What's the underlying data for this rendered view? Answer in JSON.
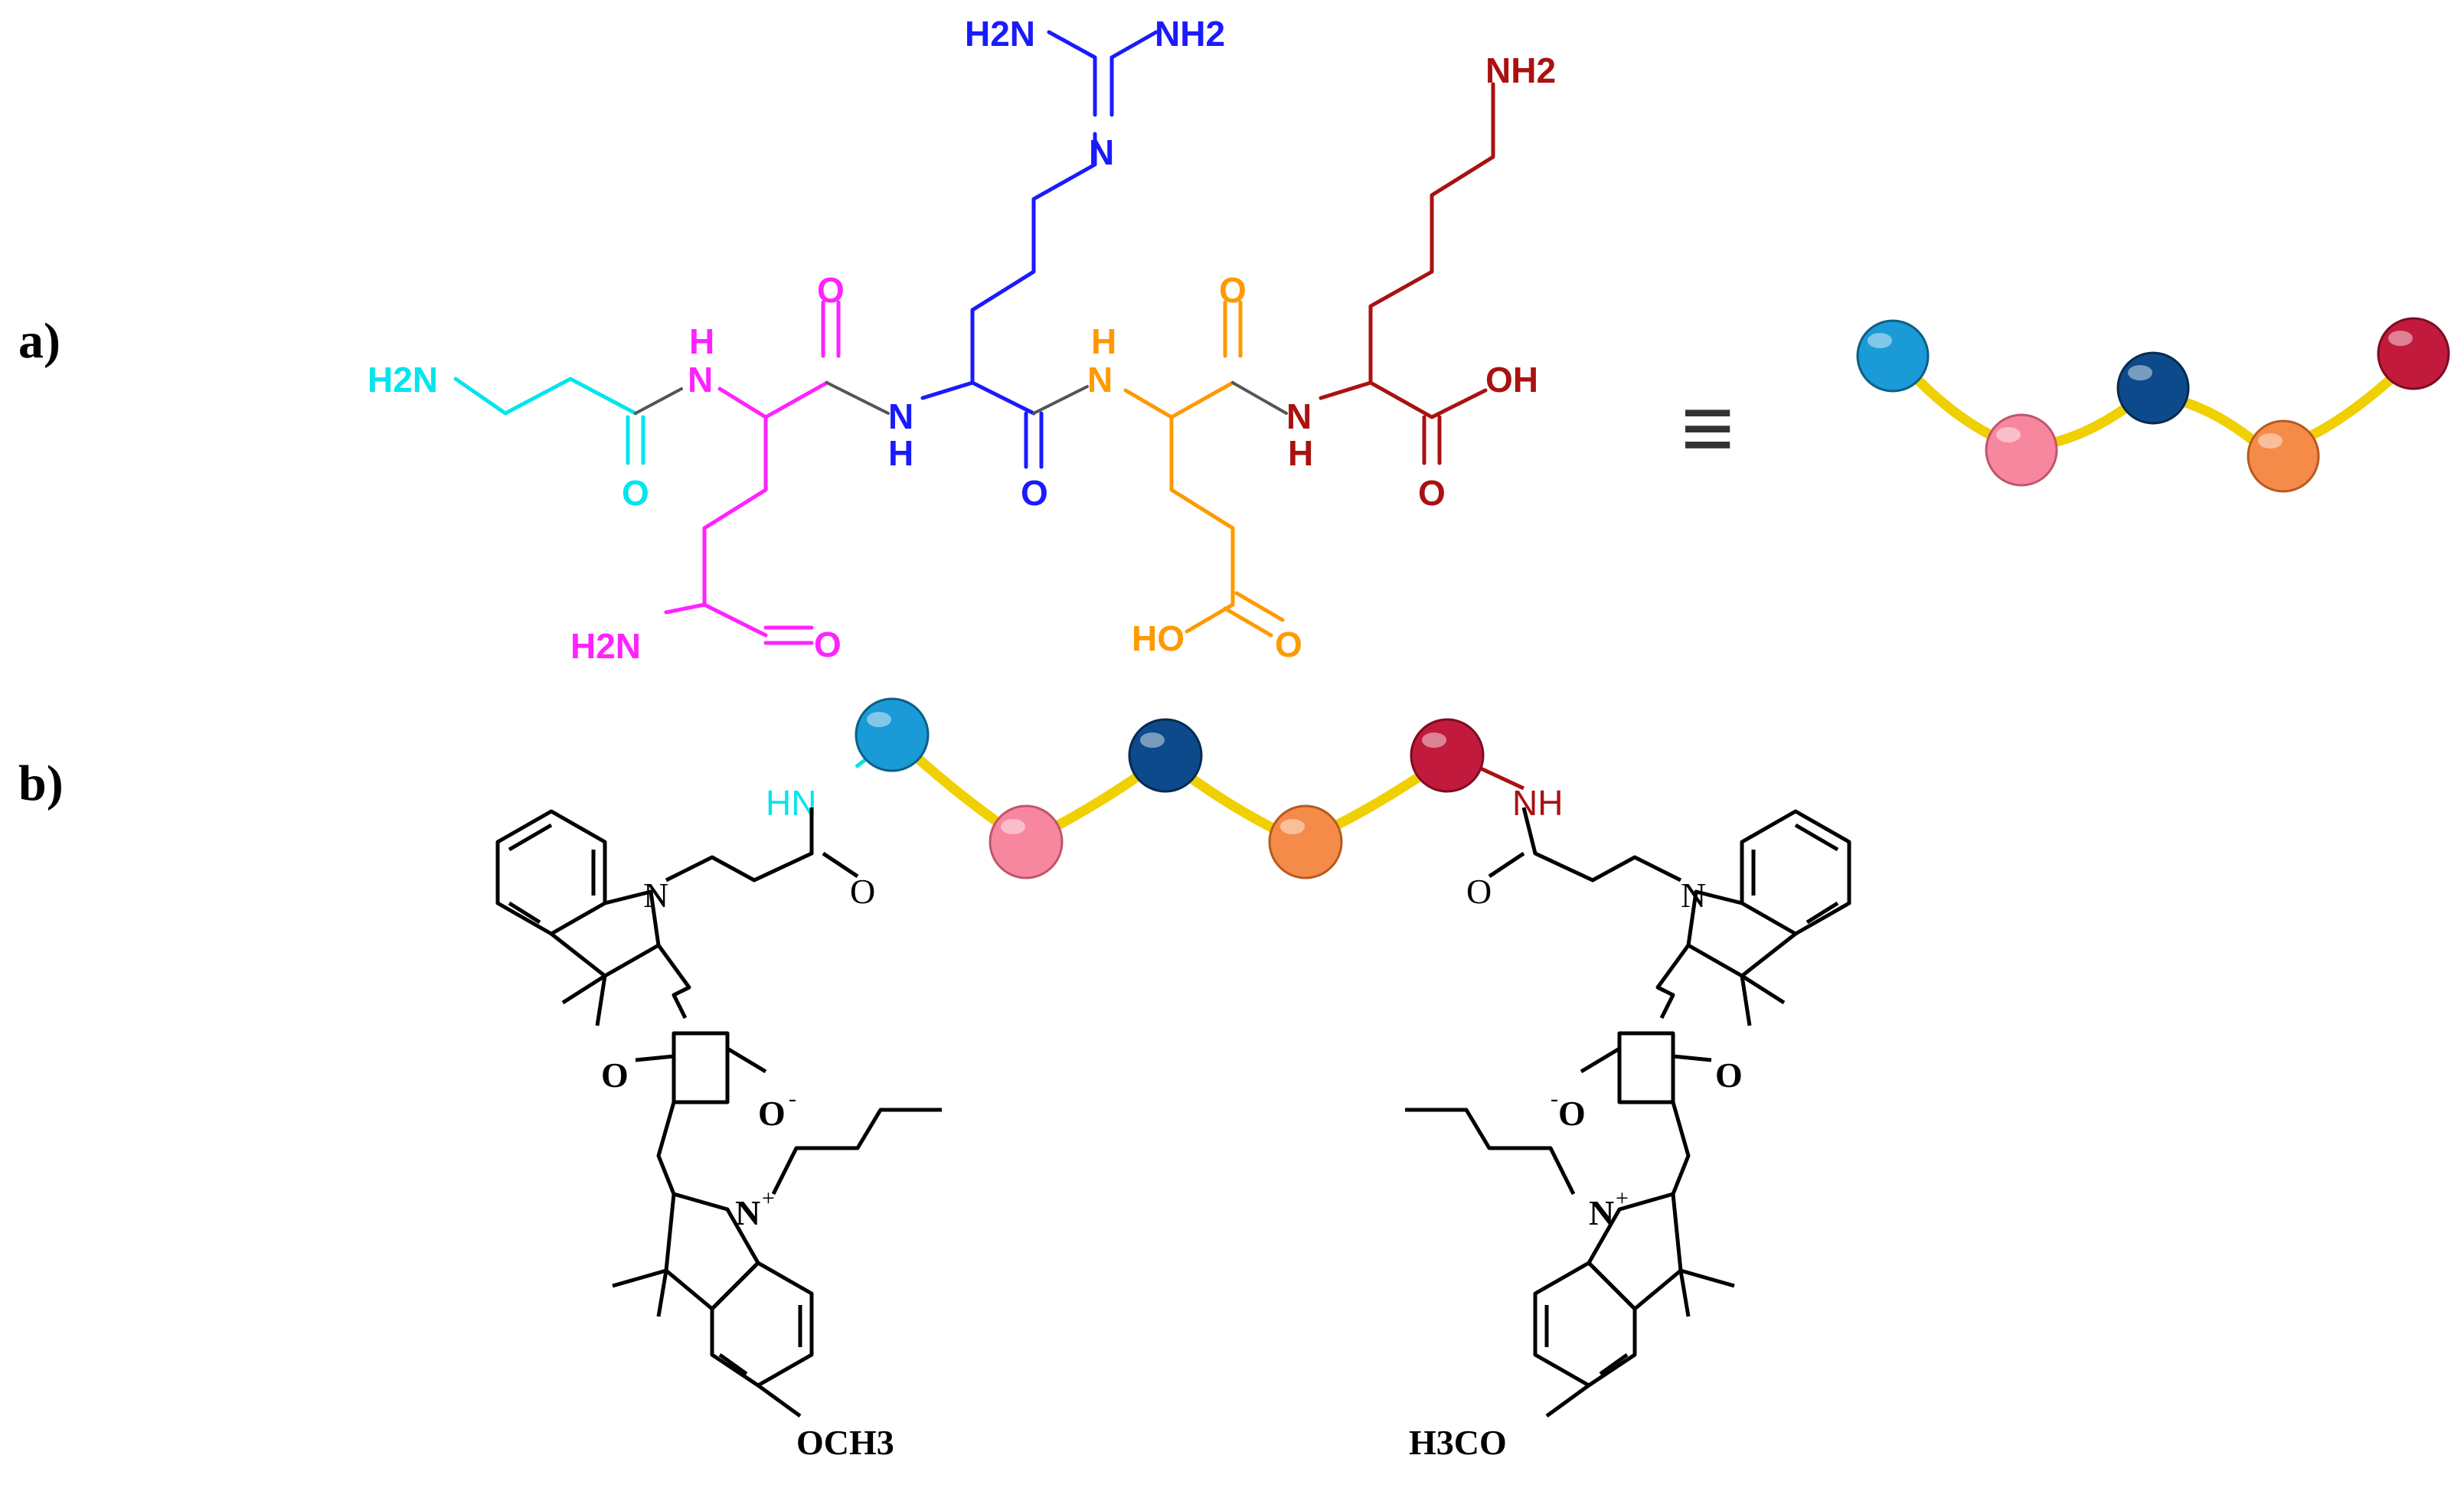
{
  "panels": {
    "a": "a)",
    "b": "b)"
  },
  "equivalence_symbol": "≡",
  "colors": {
    "beta_alanine": "#00e5ee",
    "glutamine": "#ff22ff",
    "arginine": "#1a1aff",
    "glutamate": "#ff9900",
    "lysine": "#aa1111",
    "linker": "#f0d000",
    "bead_cyan": "#1a9ad6",
    "bead_pink": "#f7879e",
    "bead_navy": "#0c4a8c",
    "bead_orange": "#f58b48",
    "bead_red": "#c21a3c",
    "dye": "#000000"
  },
  "peptide_labels": {
    "beta_alanine": {
      "amine": "H2N",
      "carbonyl_o": "O"
    },
    "glutamine": {
      "backbone_nh_h": "H",
      "backbone_nh_n": "N",
      "carbonyl_o": "O",
      "side_amide_n": "H2N",
      "side_amide_o": "O"
    },
    "arginine": {
      "backbone_n": "N",
      "backbone_h": "H",
      "carbonyl_o": "O",
      "guanidine_imine_n": "N",
      "guanidine_nh2_left": "H2N",
      "guanidine_nh2_right": "NH2"
    },
    "glutamate": {
      "backbone_nh_h": "H",
      "backbone_nh_n": "N",
      "carbonyl_o": "O",
      "side_acid_oh": "HO",
      "side_acid_o": "O"
    },
    "lysine": {
      "backbone_n": "N",
      "backbone_h": "H",
      "amine": "NH2",
      "acid_oh": "OH",
      "acid_o": "O"
    }
  },
  "conjugate_labels": {
    "left_amide_nh": "HN",
    "right_amide_nh": "NH",
    "amide_o": "O",
    "indole_n": "N",
    "squaraine_ketone_o": "O",
    "squaraine_oxide": "O",
    "oxide_charge": "-",
    "indolium_n": "N",
    "indolium_charge": "+",
    "left_methoxy": "OCH3",
    "right_methoxy": "H3CO"
  }
}
